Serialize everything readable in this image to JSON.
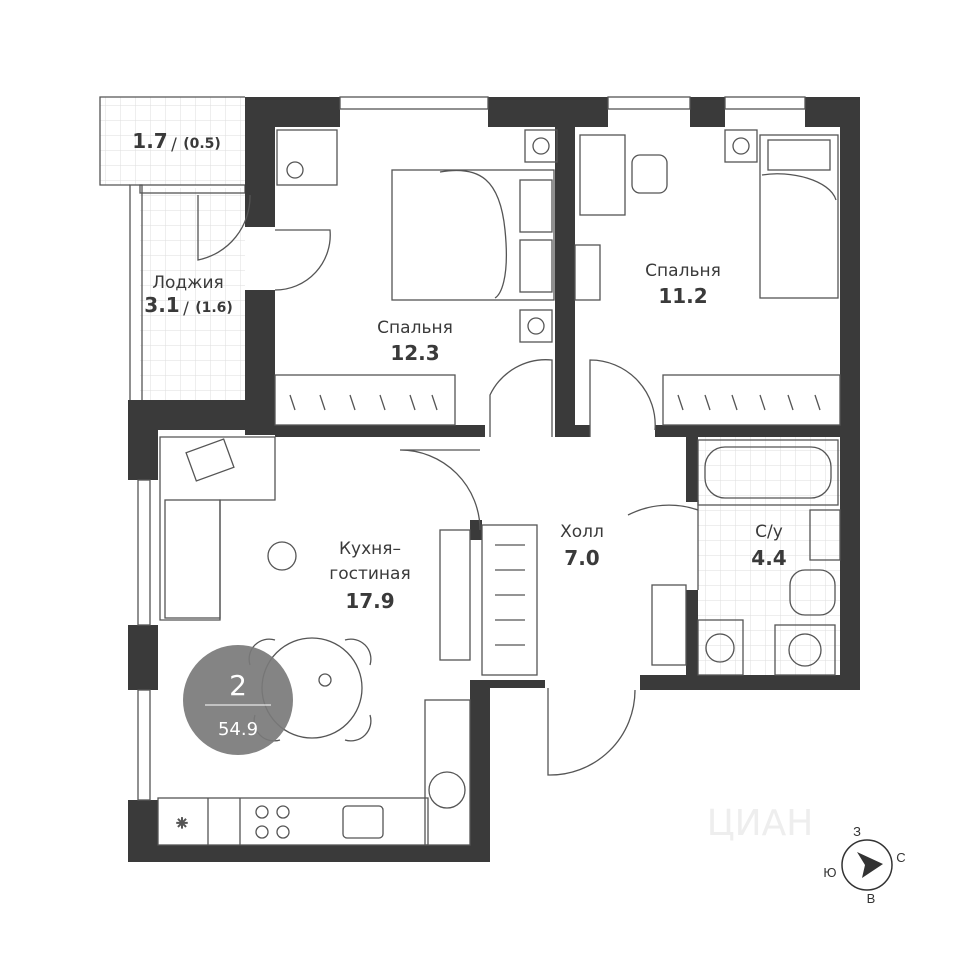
{
  "plan": {
    "rooms": [
      {
        "id": "balcony",
        "name": "",
        "area": "1.7",
        "area_reduced": "(0.5)"
      },
      {
        "id": "loggia",
        "name": "Лоджия",
        "area": "3.1",
        "area_reduced": "(1.6)"
      },
      {
        "id": "bedroom-1",
        "name": "Спальня",
        "area": "12.3"
      },
      {
        "id": "bedroom-2",
        "name": "Спальня",
        "area": "11.2"
      },
      {
        "id": "kitchen-living",
        "name_line1": "Кухня–",
        "name_line2": "гостиная",
        "area": "17.9"
      },
      {
        "id": "hall",
        "name": "Холл",
        "area": "7.0"
      },
      {
        "id": "bathroom",
        "name": "С/у",
        "area": "4.4"
      }
    ],
    "summary_badge": {
      "rooms": "2",
      "total_area": "54.9"
    },
    "compass": {
      "north": "С",
      "south": "Ю",
      "east": "В",
      "west": "З"
    },
    "watermark": "ЦИАН",
    "colors": {
      "wall": "#3a3a3a",
      "badge": "#7a7a7a",
      "line": "#555555"
    }
  }
}
